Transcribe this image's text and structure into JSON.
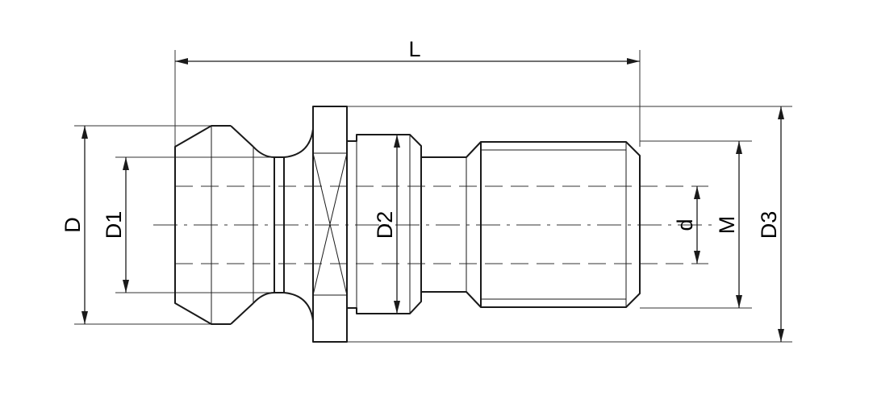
{
  "labels": {
    "L": "L",
    "D": "D",
    "D1": "D1",
    "D2": "D2",
    "d": "d",
    "M": "M",
    "D3": "D3"
  }
}
